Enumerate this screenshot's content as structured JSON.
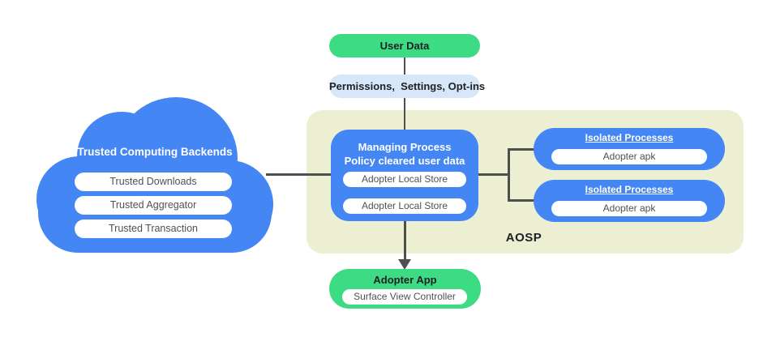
{
  "diagram": {
    "user_data": {
      "label": "User Data"
    },
    "permissions": {
      "label": "Permissions,  Settings, Opt-ins"
    },
    "cloud": {
      "title": "Trusted Computing Backends",
      "items": [
        "Trusted Downloads",
        "Trusted Aggregator",
        "Trusted Transaction"
      ]
    },
    "aosp": {
      "label": "AOSP",
      "managing": {
        "title_line1": "Managing Process",
        "title_line2": "Policy cleared user data",
        "items": [
          "Adopter Local Store",
          "Adopter Local Store"
        ]
      },
      "isolated": [
        {
          "title": "Isolated Processes",
          "item": "Adopter apk"
        },
        {
          "title": "Isolated Processes",
          "item": "Adopter apk"
        }
      ]
    },
    "adopter_app": {
      "title": "Adopter App",
      "item": "Surface View Controller"
    },
    "colors": {
      "blue": "#4486f4",
      "green": "#3edb85",
      "light_blue": "#d6e7f9",
      "pale": "#ecefd1",
      "line": "#4f4f4f",
      "dark_text": "#202124",
      "pill_text": "#4d5156"
    }
  }
}
